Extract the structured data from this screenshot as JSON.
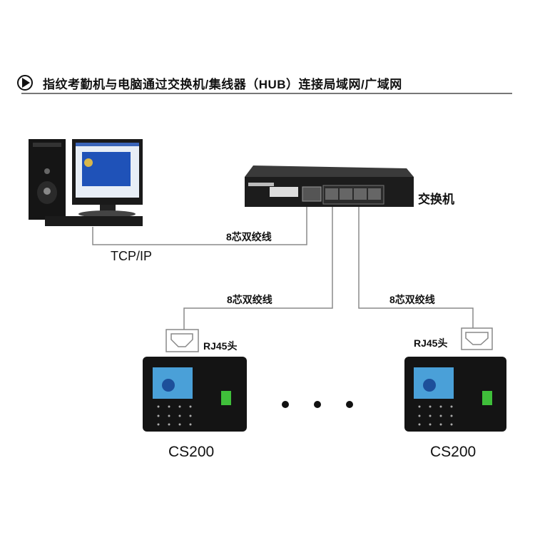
{
  "header": {
    "icon": "play-circle-icon",
    "title": "指纹考勤机与电脑通过交换机/集线器（HUB）连接局域网/广域网"
  },
  "labels": {
    "switch": "交换机",
    "cable_pc": "8芯双绞线",
    "protocol": "TCP/IP",
    "cable_left": "8芯双绞线",
    "cable_right": "8芯双绞线",
    "rj45_left": "RJ45头",
    "rj45_right": "RJ45头",
    "device_left": "CS200",
    "device_right": "CS200"
  },
  "colors": {
    "line": "#8a8a8a",
    "device": "#111111",
    "screen": "#2a5fc0"
  }
}
